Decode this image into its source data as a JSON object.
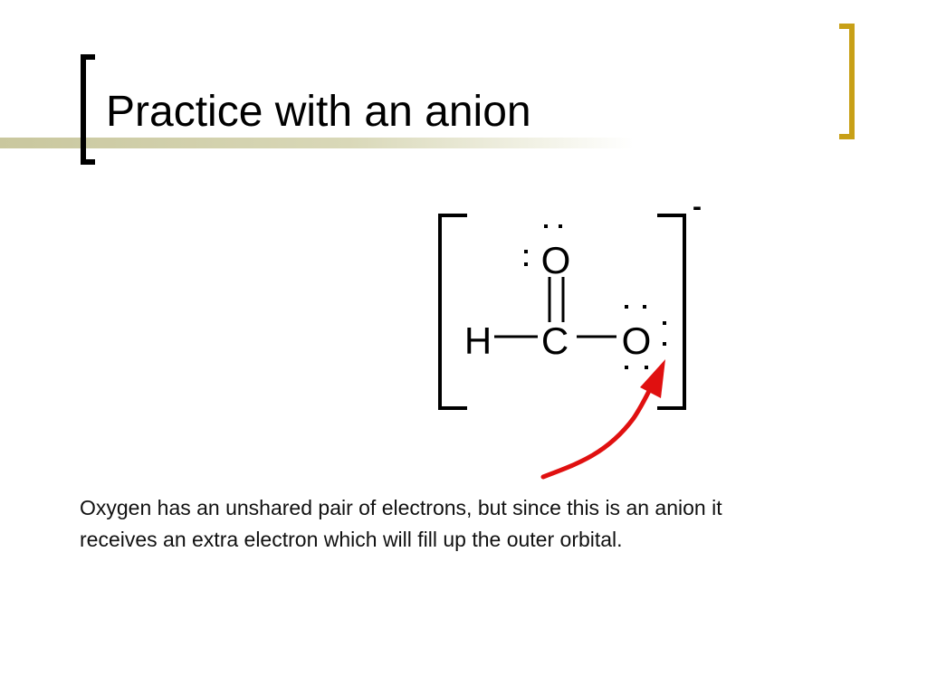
{
  "slide": {
    "title": "Practice with an anion",
    "body": "Oxygen has an unshared pair of electrons, but since this is an anion it receives an extra electron which will fill up the outer orbital."
  },
  "structure": {
    "charge": "-",
    "atoms": {
      "hydrogen": "H",
      "carbon": "C",
      "oxygen_top": "O",
      "oxygen_right": "O"
    }
  },
  "colors": {
    "arrow": "#e01010",
    "right_bracket_accent": "#c8a017",
    "accent_bar": "#c9c79e"
  }
}
